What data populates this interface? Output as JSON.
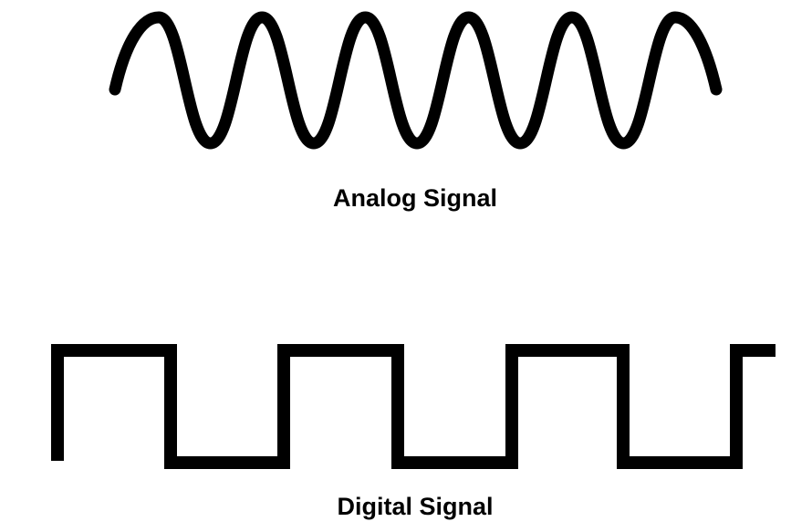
{
  "analog": {
    "label": "Analog Signal",
    "cycles": 6
  },
  "digital": {
    "label": "Digital Signal",
    "high_pulses": 4,
    "low_pulses": 3
  },
  "colors": {
    "stroke": "#000000",
    "background": "#ffffff"
  }
}
